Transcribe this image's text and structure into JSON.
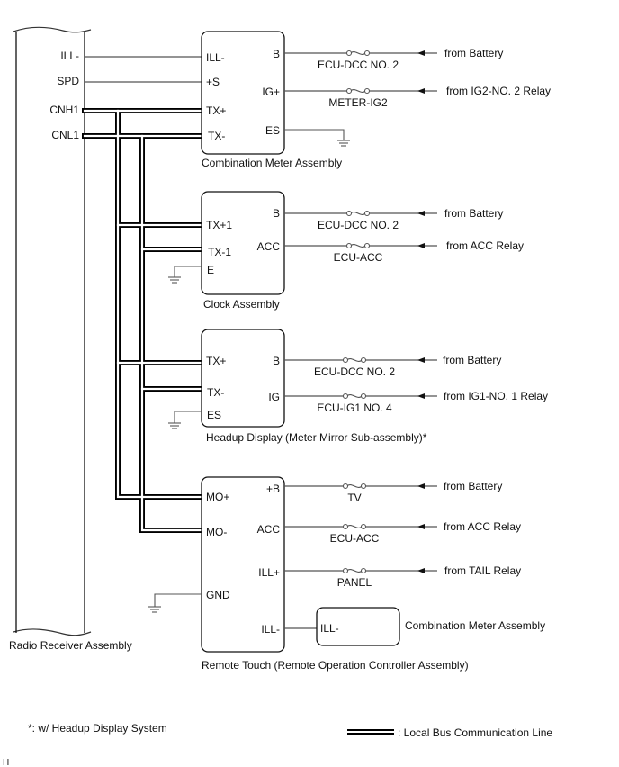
{
  "radio": {
    "title": "Radio Receiver Assembly",
    "pins": [
      "ILL-",
      "SPD",
      "CNH1",
      "CNL1"
    ]
  },
  "combo_meter": {
    "title": "Combination Meter Assembly",
    "left_pins": [
      "ILL-",
      "+S",
      "TX+",
      "TX-"
    ],
    "right_pins": [
      "B",
      "IG+",
      "ES"
    ],
    "circuits": [
      {
        "pin": "B",
        "fuse": "ECU-DCC NO. 2",
        "source": "from Battery"
      },
      {
        "pin": "IG+",
        "fuse": "METER-IG2",
        "source": "from IG2-NO. 2 Relay"
      }
    ]
  },
  "clock": {
    "title": "Clock Assembly",
    "left_pins": [
      "TX+1",
      "TX-1",
      "E"
    ],
    "right_pins": [
      "B",
      "ACC"
    ],
    "circuits": [
      {
        "pin": "B",
        "fuse": "ECU-DCC NO. 2",
        "source": "from Battery"
      },
      {
        "pin": "ACC",
        "fuse": "ECU-ACC",
        "source": "from ACC Relay"
      }
    ]
  },
  "hud": {
    "title": "Headup Display (Meter Mirror Sub-assembly)*",
    "left_pins": [
      "TX+",
      "TX-",
      "ES"
    ],
    "right_pins": [
      "B",
      "IG"
    ],
    "circuits": [
      {
        "pin": "B",
        "fuse": "ECU-DCC NO. 2",
        "source": "from Battery"
      },
      {
        "pin": "IG",
        "fuse": "ECU-IG1 NO. 4",
        "source": "from IG1-NO. 1 Relay"
      }
    ]
  },
  "remote_touch": {
    "title": "Remote Touch (Remote Operation Controller Assembly)",
    "left_pins": [
      "MO+",
      "MO-",
      "GND"
    ],
    "right_pins": [
      "+B",
      "ACC",
      "ILL+",
      "ILL-"
    ],
    "circuits": [
      {
        "pin": "+B",
        "fuse": "TV",
        "source": "from Battery"
      },
      {
        "pin": "ACC",
        "fuse": "ECU-ACC",
        "source": "from ACC Relay"
      },
      {
        "pin": "ILL+",
        "fuse": "PANEL",
        "source": "from TAIL Relay"
      }
    ],
    "ill_target": {
      "pin": "ILL-",
      "title": "Combination Meter Assembly"
    }
  },
  "footnote": "*: w/ Headup Display System",
  "legend": {
    "label": ": Local Bus Communication Line"
  },
  "corner_mark": "H"
}
